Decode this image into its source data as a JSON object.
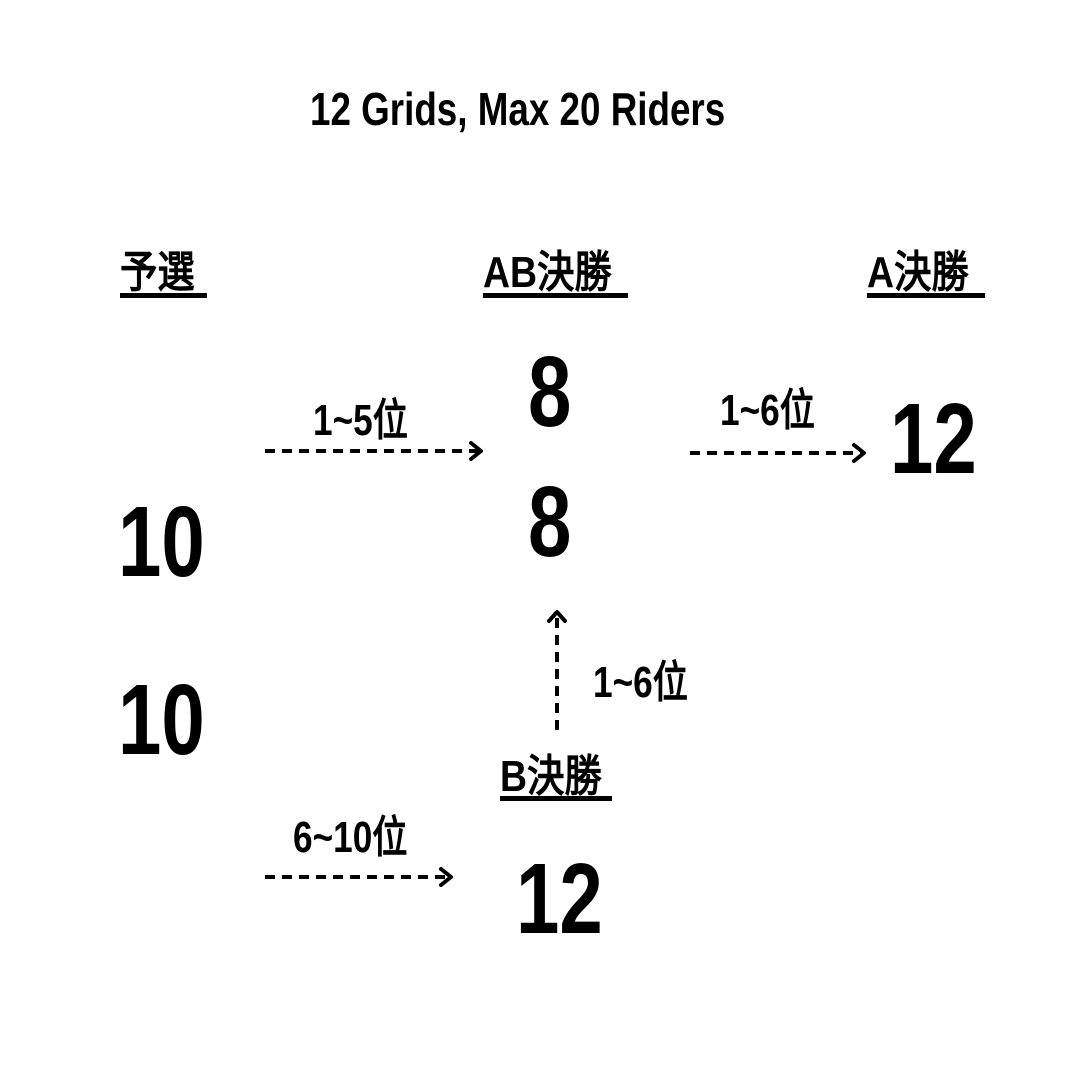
{
  "title": "12 Grids, Max 20 Riders",
  "stages": {
    "qualifying": {
      "label": "予選",
      "heats": [
        "10",
        "10"
      ]
    },
    "ab_final": {
      "label": "AB決勝",
      "heats": [
        "8",
        "8"
      ]
    },
    "a_final": {
      "label": "A決勝",
      "count": "12"
    },
    "b_final": {
      "label": "B決勝",
      "count": "12"
    }
  },
  "arrows": {
    "qual_to_ab": "1~5位",
    "ab_to_a": "1~6位",
    "b_to_ab": "1~6位",
    "qual_to_b": "6~10位"
  }
}
